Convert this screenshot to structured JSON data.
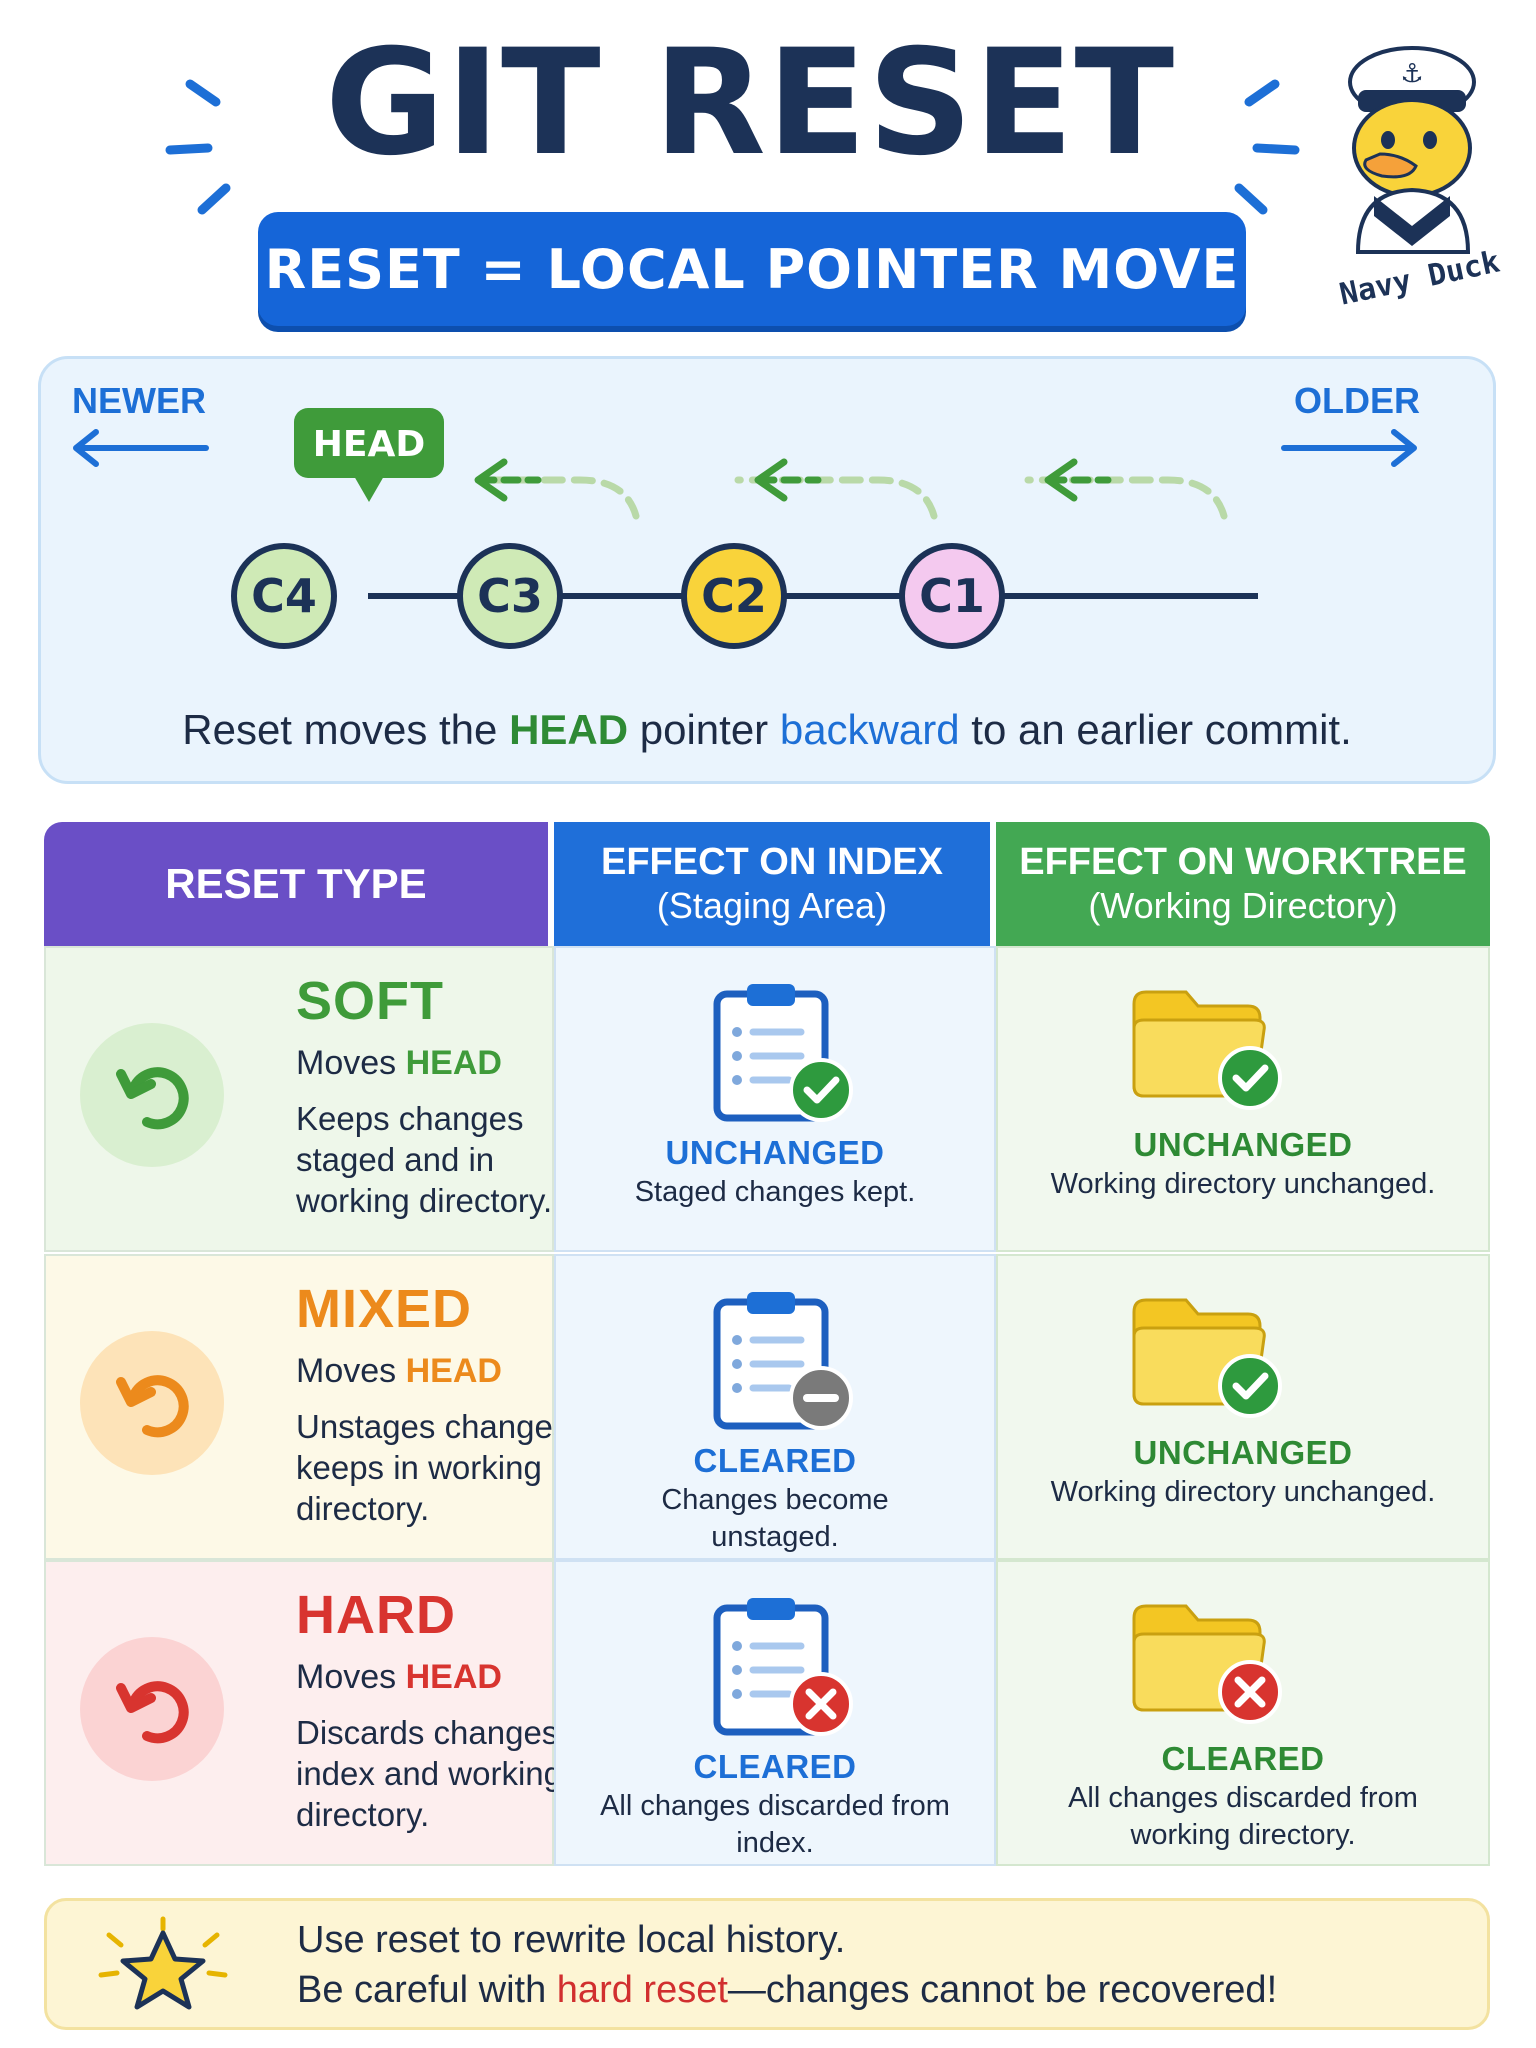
{
  "header": {
    "title": "GIT RESET",
    "subtitle": "RESET = LOCAL POINTER MOVE",
    "mascot_label": "Navy Duck",
    "mascot_icon": "sailor-duck-icon"
  },
  "timeline": {
    "newer_label": "NEWER",
    "older_label": "OLDER",
    "head_label": "HEAD",
    "commits": [
      {
        "id": "C4",
        "fill": "#cfeab6"
      },
      {
        "id": "C3",
        "fill": "#cfeab6"
      },
      {
        "id": "C2",
        "fill": "#f9d33a"
      },
      {
        "id": "C1",
        "fill": "#f4c9ef"
      }
    ],
    "caption": {
      "part1": "Reset moves the ",
      "head": "HEAD",
      "part2": " pointer ",
      "backward": "backward",
      "part3": " to an earlier commit."
    }
  },
  "table": {
    "headers": {
      "type": "RESET TYPE",
      "index_main": "EFFECT ON INDEX",
      "index_sub": "(Staging Area)",
      "worktree_main": "EFFECT ON WORKTREE",
      "worktree_sub": "(Working Directory)"
    },
    "rows": [
      {
        "name": "SOFT",
        "color": "#3f9b3a",
        "moves_prefix": "Moves ",
        "moves_head": "HEAD",
        "desc": "Keeps changes staged and in working directory.",
        "index_status": "UNCHANGED",
        "index_note": "Staged changes kept.",
        "index_badge": "check",
        "worktree_status": "UNCHANGED",
        "worktree_note": "Working directory unchanged.",
        "worktree_badge": "check"
      },
      {
        "name": "MIXED",
        "color": "#ec8a1c",
        "moves_prefix": "Moves ",
        "moves_head": "HEAD",
        "desc": "Unstages changes, keeps in working directory.",
        "index_status": "CLEARED",
        "index_note": "Changes become unstaged.",
        "index_badge": "minus",
        "worktree_status": "UNCHANGED",
        "worktree_note": "Working directory unchanged.",
        "worktree_badge": "check"
      },
      {
        "name": "HARD",
        "color": "#d8342f",
        "moves_prefix": "Moves ",
        "moves_head": "HEAD",
        "desc": "Discards changes in index and working directory.",
        "index_status": "CLEARED",
        "index_note": "All changes discarded from index.",
        "index_badge": "cross",
        "worktree_status": "CLEARED",
        "worktree_note": "All changes discarded from working directory.",
        "worktree_badge": "cross"
      }
    ]
  },
  "footer": {
    "line1": "Use reset to rewrite local history.",
    "line2_prefix": "Be careful with ",
    "line2_highlight": "hard reset",
    "line2_suffix": "—changes cannot be recovered!"
  },
  "colors": {
    "index_status": "#1d6fd6",
    "worktree_status": "#2e8a34",
    "check": "#2e9a3e",
    "minus": "#7a7a7a",
    "cross": "#d8342f"
  }
}
